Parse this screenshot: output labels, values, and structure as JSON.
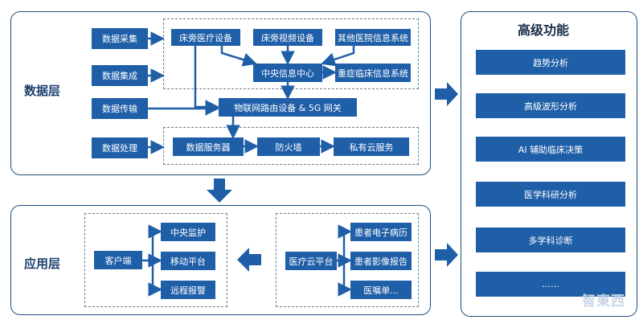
{
  "data_layer": {
    "title": "数据层",
    "stages": [
      "数据采集",
      "数据集成",
      "数据传输",
      "数据处理"
    ],
    "sources": [
      "床旁医疗设备",
      "床旁视频设备",
      "其他医院信息系统"
    ],
    "center": "中央信息中心",
    "icu": "重症临床信息系统",
    "network": "物联网路由设备 & 5G 网关",
    "processing": [
      "数据服务器",
      "防火墙",
      "私有云服务"
    ]
  },
  "app_layer": {
    "title": "应用层",
    "client": "客户端",
    "client_funcs": [
      "中央监护",
      "移动平台",
      "远程报警"
    ],
    "cloud": "医疗云平台",
    "cloud_funcs": [
      "患者电子病历",
      "患者影像报告",
      "医嘱单..."
    ]
  },
  "advanced": {
    "title": "高级功能",
    "items": [
      "趋势分析",
      "高级波形分析",
      "AI 辅助临床决策",
      "医学科研分析",
      "多学科诊断",
      "……"
    ]
  },
  "colors": {
    "box": "#1f5fa8",
    "border": "#1f4e79",
    "arrow": "#1f5fa8"
  }
}
